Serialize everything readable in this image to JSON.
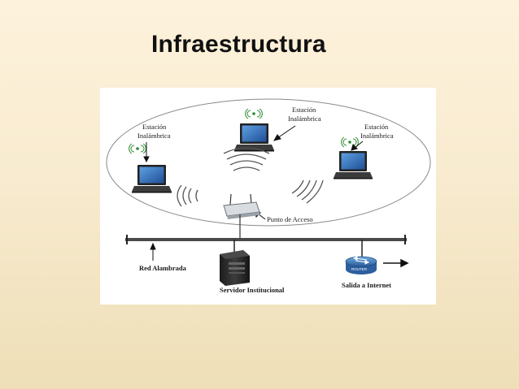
{
  "slide": {
    "title": "Infraestructura"
  },
  "diagram": {
    "labels": {
      "station_left_1": "Estación",
      "station_left_2": "Inalámbrica",
      "station_top_1": "Estación",
      "station_top_2": "Inalámbrica",
      "station_right_1": "Estación",
      "station_right_2": "Inalámbrica",
      "access_point": "Punto de Acceso",
      "wired_network": "Red Alambrada",
      "server": "Servidor Institucional",
      "internet_exit": "Salida a Internet"
    },
    "router_label": "ROUTER"
  },
  "colors": {
    "background_top": "#fdf2dc",
    "background_bottom": "#eedfb7",
    "screen_blue": "#2f6fc0",
    "router_blue": "#3a7fc4"
  }
}
